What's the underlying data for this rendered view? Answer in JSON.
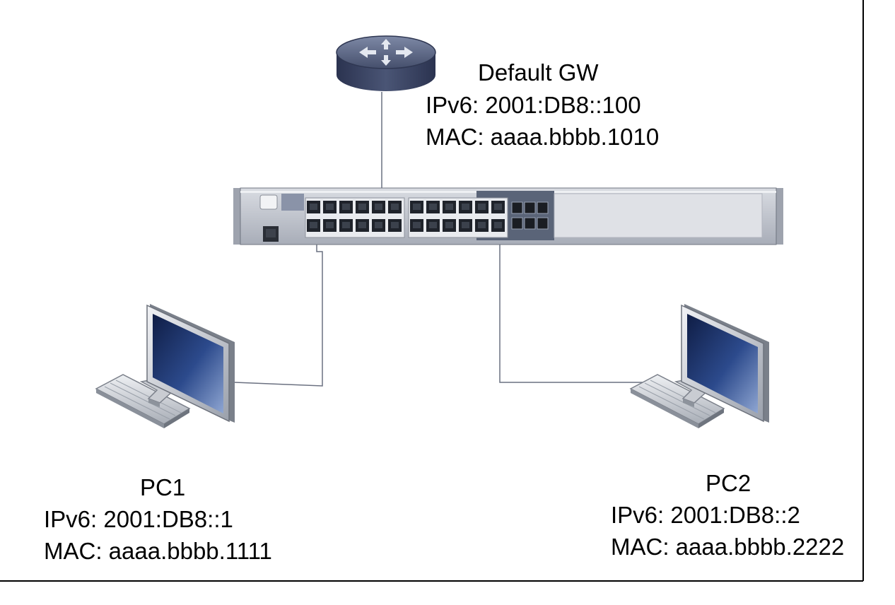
{
  "gateway": {
    "name": "Default GW",
    "ipv6": "IPv6: 2001:DB8::100",
    "mac": "MAC: aaaa.bbbb.1010"
  },
  "pc1": {
    "name": "PC1",
    "ipv6": "IPv6: 2001:DB8::1",
    "mac": "MAC: aaaa.bbbb.1111"
  },
  "pc2": {
    "name": "PC2",
    "ipv6": "IPv6: 2001:DB8::2",
    "mac": "MAC: aaaa.bbbb.2222"
  },
  "icons": {
    "router": "router-icon",
    "switch": "switch-icon",
    "pc1": "desktop-computer-icon",
    "pc2": "desktop-computer-icon"
  },
  "colors": {
    "router": "#3d4866",
    "switch_body": "#b8bcc5",
    "switch_dark_panel": "#5a6478",
    "monitor_screen": "#1e3368",
    "link": "#6a7080"
  }
}
